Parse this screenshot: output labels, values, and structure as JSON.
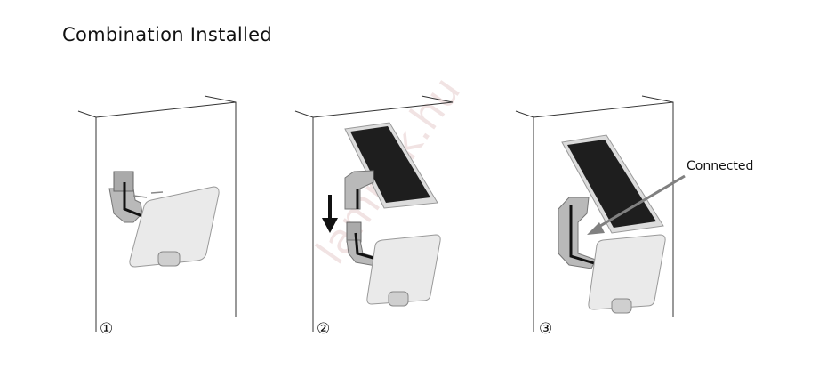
{
  "title": "Combination Installed",
  "steps": [
    {
      "number": "①"
    },
    {
      "number": "②"
    },
    {
      "number": "③"
    }
  ],
  "callout": {
    "label": "Connected"
  },
  "watermark": "lampak.hu",
  "colors": {
    "wall_line": "#333333",
    "solar_cell": "#1e1e1e",
    "housing": "#e8e8e8",
    "bracket": "#b9b9b9",
    "arrow_gray": "#808080"
  }
}
